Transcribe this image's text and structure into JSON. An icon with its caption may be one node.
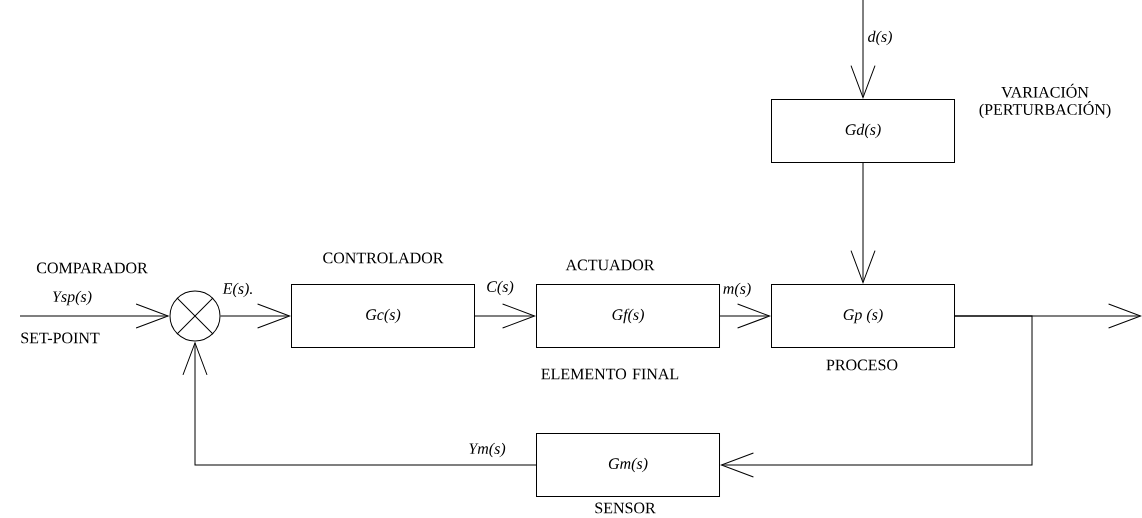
{
  "diagram": {
    "nodes": [
      {
        "text": [],
        "shape": "circle",
        "beside": [
          "COMPARADOR"
        ]
      },
      {
        "text": [
          "Gc(s)"
        ],
        "beside": [
          "CONTROLADOR"
        ]
      },
      {
        "text": [
          "Gf(s)"
        ],
        "beside": [
          "ACTUADOR",
          "ELEMENTO FINAL"
        ]
      },
      {
        "text": [
          "Gd(s)"
        ],
        "beside": [
          "VARIACIÓN (PERTURBACIÓN)"
        ]
      },
      {
        "text": [
          "Gp (s)"
        ],
        "beside": [
          "PROCESO"
        ]
      },
      {
        "text": [
          "Gm(s)"
        ],
        "beside": [
          "SENSOR"
        ]
      }
    ],
    "edges": [
      {
        "from": null,
        "to": 0,
        "arrow": "to",
        "label": "Ysp(s)"
      },
      {
        "from": 0,
        "to": 1,
        "arrow": "to",
        "label": "E(s)."
      },
      {
        "from": 1,
        "to": 2,
        "arrow": "to",
        "label": "C(s)"
      },
      {
        "from": 2,
        "to": 4,
        "arrow": "to",
        "label": "m(s)"
      },
      {
        "from": null,
        "to": 3,
        "arrow": "to",
        "label": "d(s)"
      },
      {
        "from": 3,
        "to": 4,
        "arrow": "to"
      },
      {
        "from": 4,
        "to": null,
        "arrow": "to"
      },
      {
        "from": 4,
        "to": 5,
        "arrow": "to"
      },
      {
        "from": 5,
        "to": 0,
        "arrow": "to",
        "label": "Ym(s)"
      }
    ],
    "labels": [
      "SET-POINT"
    ]
  }
}
